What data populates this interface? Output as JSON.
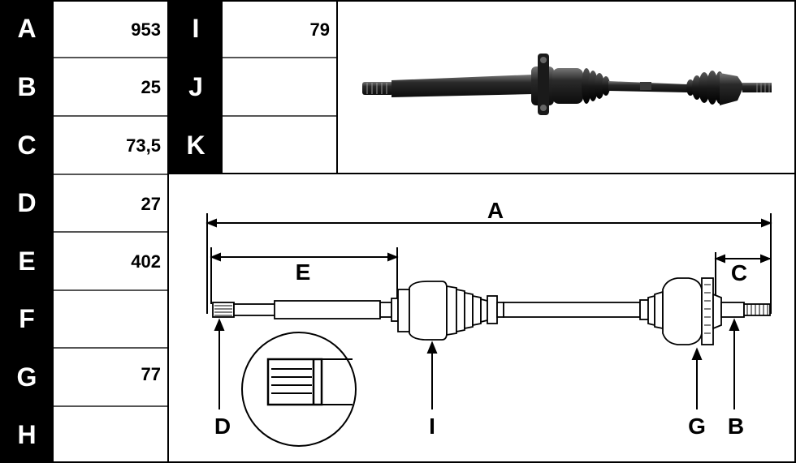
{
  "table_left": [
    {
      "key": "A",
      "value": "953"
    },
    {
      "key": "B",
      "value": "25"
    },
    {
      "key": "C",
      "value": "73,5"
    },
    {
      "key": "D",
      "value": "27"
    },
    {
      "key": "E",
      "value": "402"
    },
    {
      "key": "F",
      "value": ""
    },
    {
      "key": "G",
      "value": "77"
    },
    {
      "key": "H",
      "value": ""
    }
  ],
  "table_right": [
    {
      "key": "I",
      "value": "79"
    },
    {
      "key": "J",
      "value": ""
    },
    {
      "key": "K",
      "value": ""
    }
  ],
  "diagram": {
    "label_A": "A",
    "label_C": "C",
    "label_E": "E",
    "label_D": "D",
    "label_I": "I",
    "label_G": "G",
    "label_B": "B"
  }
}
